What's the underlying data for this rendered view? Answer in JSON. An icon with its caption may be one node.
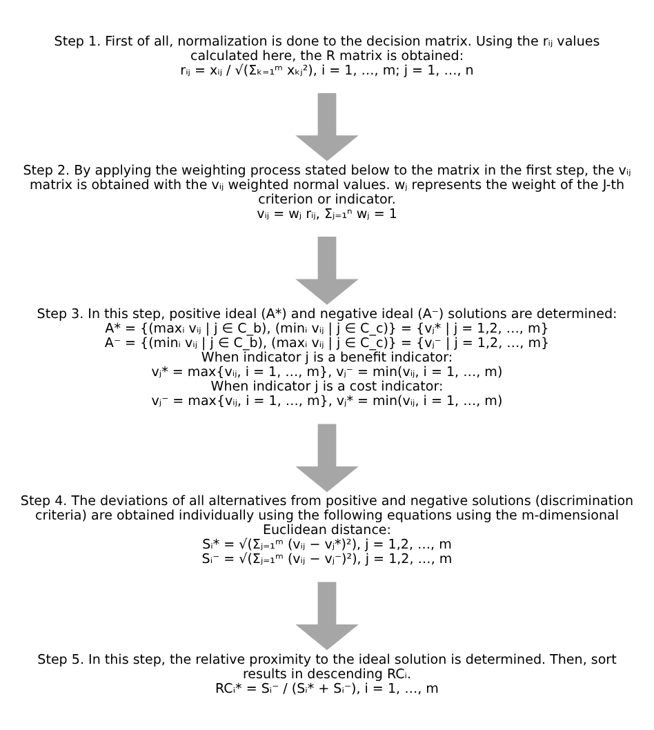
{
  "diagram": {
    "nodes": [
      {
        "text": [
          "Step 1. First of all, normalization is done to the decision matrix. Using the rᵢⱼ values calculated here, the R matrix is obtained:",
          "rᵢⱼ = xᵢⱼ / √(Σₖ₌₁ᵐ xₖⱼ²), i = 1, …, m; j = 1, …, n"
        ]
      },
      {
        "text": [
          "Step 2. By applying the weighting process stated below to the matrix in the first step, the vᵢⱼ matrix is obtained with the vᵢⱼ weighted normal values. wⱼ represents the weight of the J-th criterion or indicator.",
          "vᵢⱼ = wⱼ rᵢⱼ, Σⱼ₌₁ⁿ wⱼ = 1"
        ]
      },
      {
        "text": [
          "Step 3. In this step, positive ideal (A*) and negative ideal (A⁻) solutions are determined:",
          "A* = {(maxᵢ vᵢⱼ | j ∈ C_b), (minᵢ vᵢⱼ | j ∈ C_c)} = {vⱼ* | j = 1,2, …, m}",
          "A⁻ = {(minᵢ vᵢⱼ | j ∈ C_b), (maxᵢ vᵢⱼ | j ∈ C_c)} = {vⱼ⁻ | j = 1,2, …, m}",
          "When indicator j is a benefit indicator:",
          "vⱼ* = max{vᵢⱼ, i = 1, …, m}, vⱼ⁻ = min(vᵢⱼ, i = 1, …, m)",
          "When indicator j is a cost indicator:",
          "vⱼ⁻ = max{vᵢⱼ, i = 1, …, m}, vⱼ* = min(vᵢⱼ, i = 1, …, m)"
        ]
      },
      {
        "text": [
          "Step 4. The deviations of all alternatives from positive and negative solutions (discrimination criteria) are obtained individually using the following equations using the m-dimensional Euclidean distance:",
          "Sᵢ* = √(Σⱼ₌₁ᵐ (vᵢⱼ − vⱼ*)²), j = 1,2, …, m",
          "Sᵢ⁻ = √(Σⱼ₌₁ᵐ (vᵢⱼ − vⱼ⁻)²), j = 1,2, …, m"
        ]
      },
      {
        "text": [
          "Step 5. In this step, the relative proximity to the ideal solution is determined. Then, sort results in descending RCᵢ.",
          "RCᵢ* = Sᵢ⁻ / (Sᵢ* + Sᵢ⁻), i = 1, …, m"
        ]
      }
    ],
    "edges": [
      {
        "from": 0,
        "to": 1,
        "arrow": "to"
      },
      {
        "from": 1,
        "to": 2,
        "arrow": "to"
      },
      {
        "from": 2,
        "to": 3,
        "arrow": "to"
      },
      {
        "from": 3,
        "to": 4,
        "arrow": "to"
      }
    ]
  }
}
